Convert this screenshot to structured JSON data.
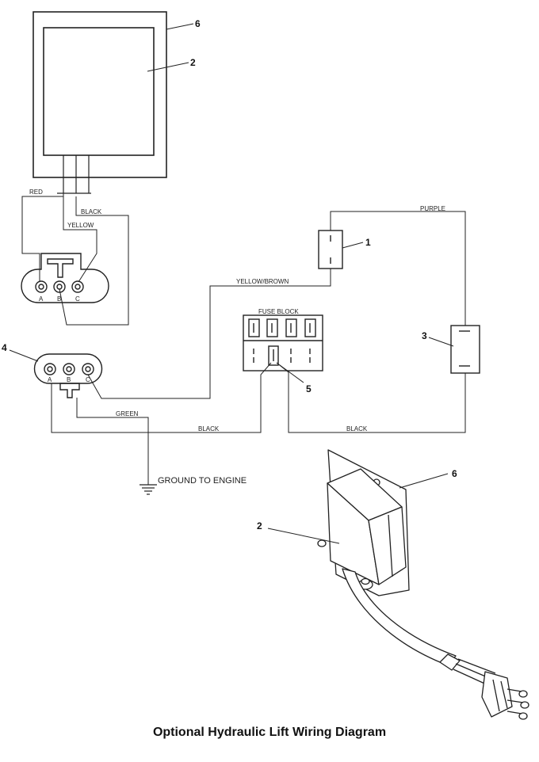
{
  "caption": "Optional Hydraulic Lift Wiring Diagram",
  "callouts": {
    "c1": "1",
    "c2_top": "2",
    "c3": "3",
    "c4": "4",
    "c5": "5",
    "c6_top": "6",
    "c6_bottom": "6",
    "c2_bottom": "2"
  },
  "wires": {
    "red": "RED",
    "yellow": "YELLOW",
    "black_top": "BLACK",
    "purple": "PURPLE",
    "yellow_brown": "YELLOW/BROWN",
    "green": "GREEN",
    "black_left": "BLACK",
    "black_right": "BLACK"
  },
  "fuse_block": "FUSE BLOCK",
  "ground": "GROUND TO ENGINE",
  "pins_top": {
    "a": "A",
    "b": "B",
    "c": "C"
  },
  "pins_left": {
    "a": "A",
    "b": "B",
    "c": "C"
  }
}
